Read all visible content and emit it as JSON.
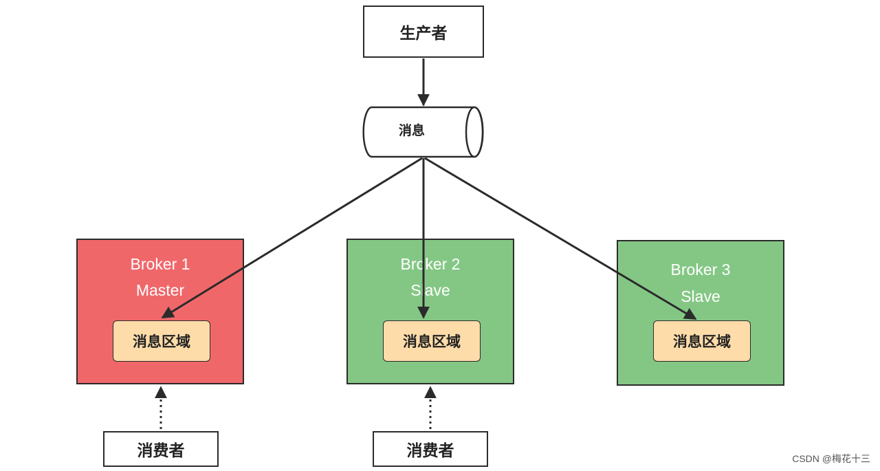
{
  "colors": {
    "broker_master": "#f0676a",
    "broker_slave": "#84c785",
    "message_area": "#fddca9",
    "line": "#2b2b2b"
  },
  "producer": {
    "label": "生产者"
  },
  "queue": {
    "label": "消息"
  },
  "brokers": [
    {
      "name": "Broker 1",
      "role": "Master",
      "area_label": "消息区域"
    },
    {
      "name": "Broker 2",
      "role": "Slave",
      "area_label": "消息区域"
    },
    {
      "name": "Broker 3",
      "role": "Slave",
      "area_label": "消息区域"
    }
  ],
  "consumers": [
    {
      "label": "消费者"
    },
    {
      "label": "消费者"
    }
  ],
  "watermark": "CSDN @梅花十三"
}
